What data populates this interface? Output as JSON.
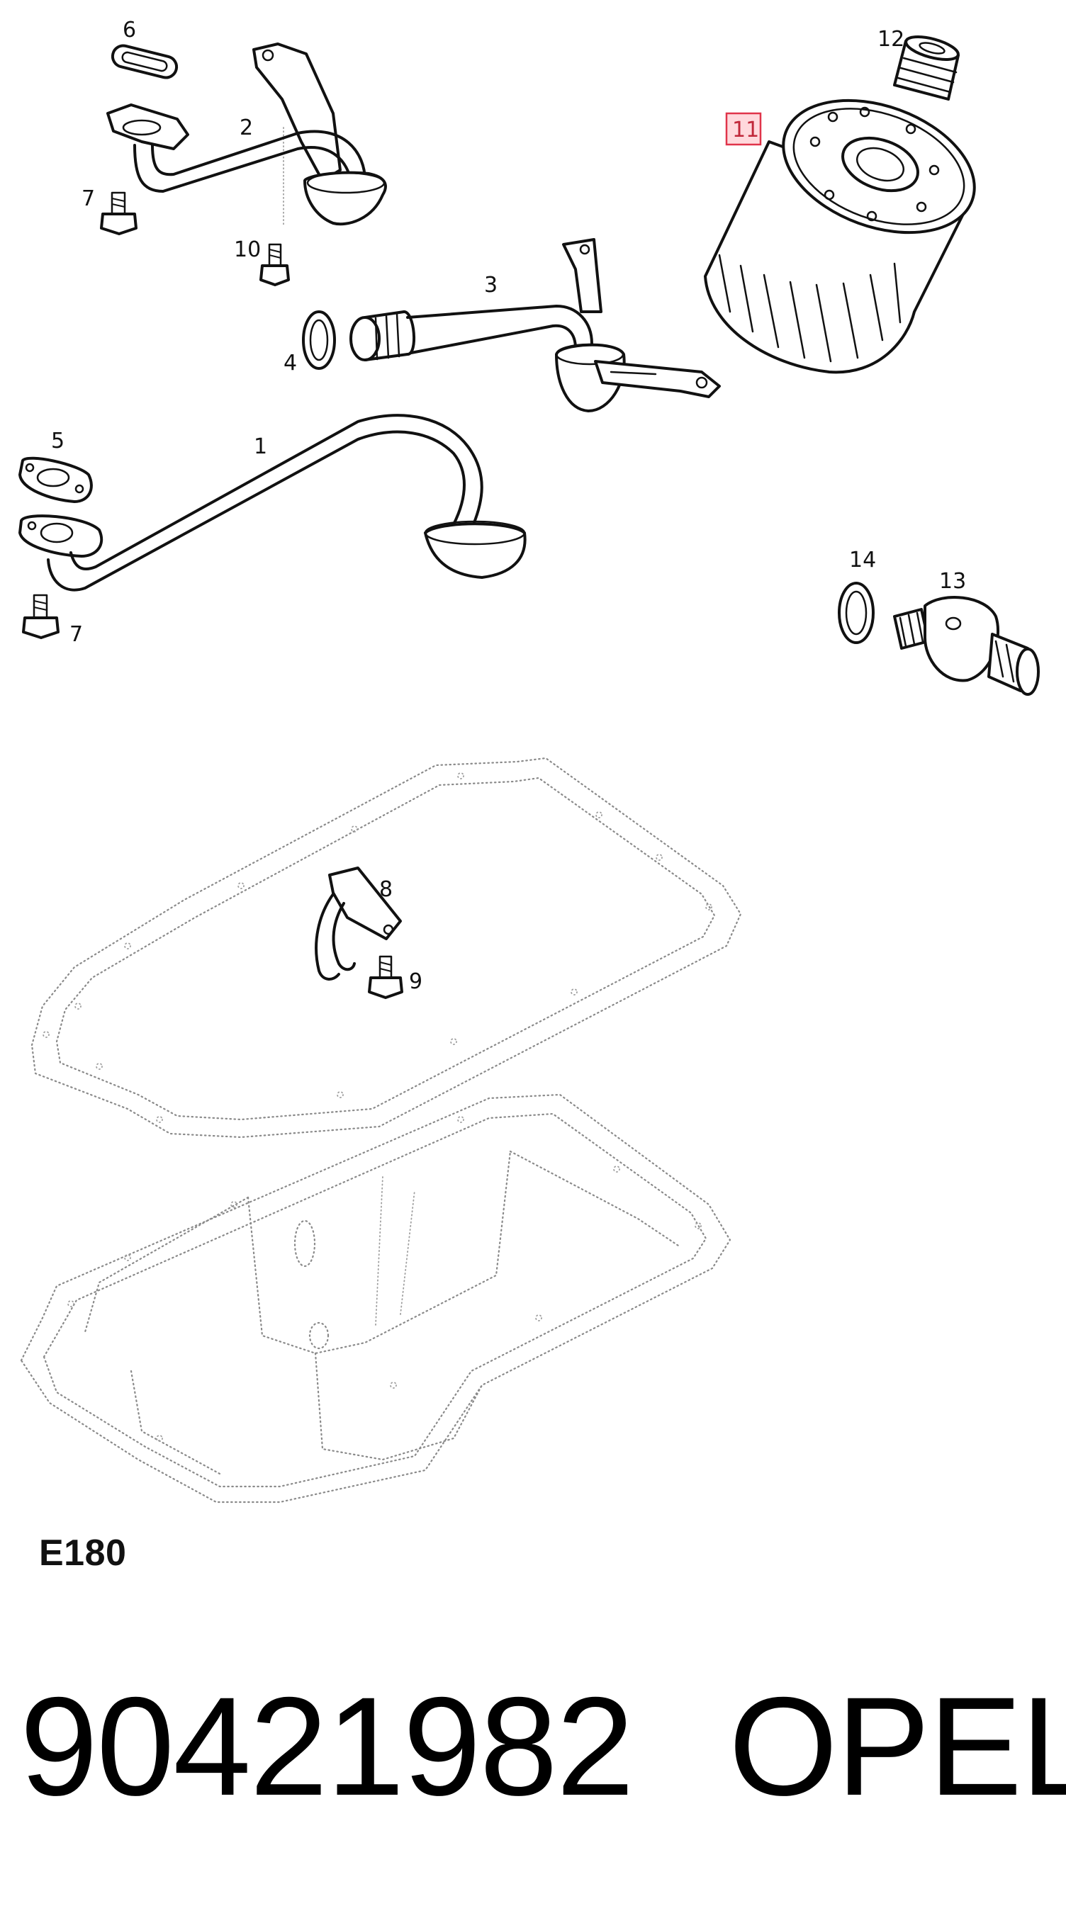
{
  "callouts": {
    "c1": "1",
    "c2": "2",
    "c3": "3",
    "c4": "4",
    "c5": "5",
    "c6": "6",
    "c7a": "7",
    "c7b": "7",
    "c8": "8",
    "c9": "9",
    "c10": "10",
    "c11": "11",
    "c12": "12",
    "c13": "13",
    "c14": "14"
  },
  "highlighted_callout": "11",
  "highlight_color": "#e0344a",
  "diagram_code": "E180",
  "part_number": "90421982",
  "brand": "OPEL"
}
